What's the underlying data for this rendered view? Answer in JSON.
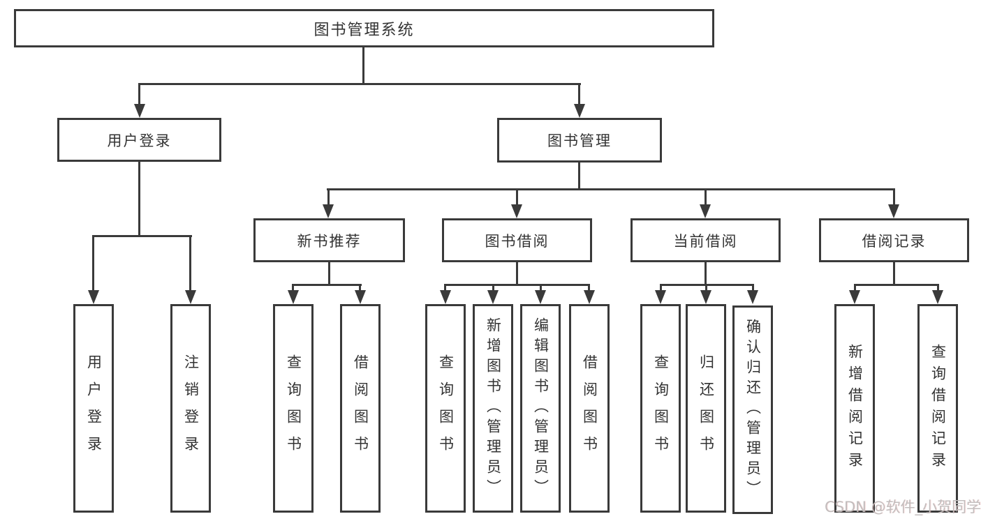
{
  "title": "图书管理系统",
  "watermark": "CSDN @软件_小贺同学",
  "colors": {
    "line": "#3a3a3a",
    "text": "#333333",
    "background": "#ffffff",
    "watermark": "#c2bdbd"
  },
  "tree": {
    "root": {
      "label": "图书管理系统"
    },
    "branches": [
      {
        "label": "用户登录",
        "children": [
          {
            "label": "用户登录"
          },
          {
            "label": "注销登录"
          }
        ]
      },
      {
        "label": "图书管理",
        "children": [
          {
            "label": "新书推荐",
            "children": [
              {
                "label": "查询图书"
              },
              {
                "label": "借阅图书"
              }
            ]
          },
          {
            "label": "图书借阅",
            "children": [
              {
                "label": "查询图书"
              },
              {
                "label": "新增图书（管理员）"
              },
              {
                "label": "编辑图书（管理员）"
              },
              {
                "label": "借阅图书"
              }
            ]
          },
          {
            "label": "当前借阅",
            "children": [
              {
                "label": "查询图书"
              },
              {
                "label": "归还图书"
              },
              {
                "label": "确认归还（管理员）"
              }
            ]
          },
          {
            "label": "借阅记录",
            "children": [
              {
                "label": "新增借阅记录"
              },
              {
                "label": "查询借阅记录"
              }
            ]
          }
        ]
      }
    ]
  }
}
